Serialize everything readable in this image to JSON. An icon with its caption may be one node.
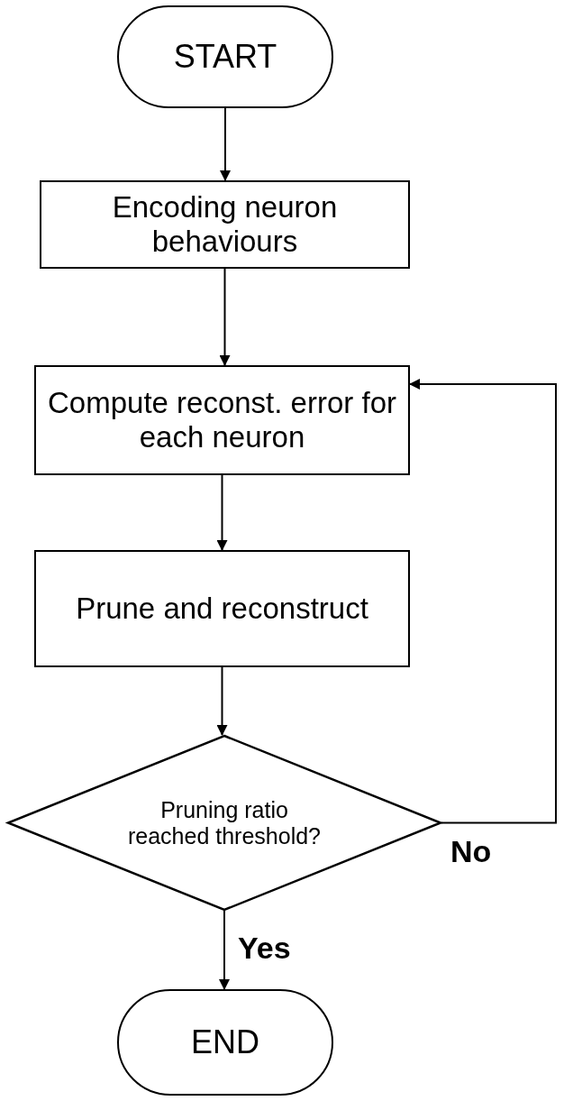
{
  "diagram": {
    "nodes": [
      {
        "text": [
          "START"
        ]
      },
      {
        "text": [
          "Encoding neuron behaviours"
        ]
      },
      {
        "text": [
          "Compute reconst. error for each neuron"
        ]
      },
      {
        "text": [
          "Prune and reconstruct"
        ]
      },
      {
        "text": [
          "Pruning ratio reached threshold?"
        ]
      },
      {
        "text": [
          "END"
        ]
      }
    ],
    "edges": [
      {
        "from": 0,
        "to": 1,
        "arrow": "to"
      },
      {
        "from": 1,
        "to": 2,
        "arrow": "to"
      },
      {
        "from": 2,
        "to": 3,
        "arrow": "to"
      },
      {
        "from": 3,
        "to": 4,
        "arrow": "to"
      },
      {
        "from": 4,
        "to": 5,
        "arrow": "to",
        "label": "Yes"
      },
      {
        "from": 4,
        "to": 2,
        "arrow": "to",
        "label": "No"
      }
    ]
  }
}
